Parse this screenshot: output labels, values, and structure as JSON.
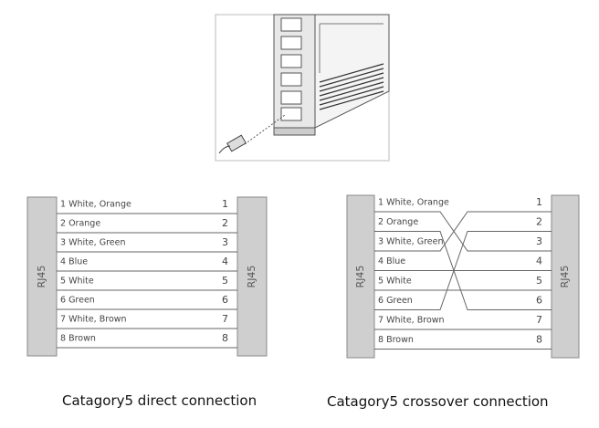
{
  "illustration": {
    "name": "switch-port-illustration"
  },
  "pin_numbers": [
    "1",
    "2",
    "3",
    "4",
    "5",
    "6",
    "7",
    "8"
  ],
  "connector_label": "RJ45",
  "direct": {
    "caption": "Catagory5 direct connection",
    "left_labels": [
      "1 White, Orange",
      "2 Orange",
      "3 White, Green",
      "4 Blue",
      "5 White",
      "6 Green",
      "7 White, Brown",
      "8 Brown"
    ],
    "mapping": [
      1,
      2,
      3,
      4,
      5,
      6,
      7,
      8
    ]
  },
  "crossover": {
    "caption": "Catagory5 crossover connection",
    "left_labels": [
      "1 White, Orange",
      "2 Orange",
      "3 White, Green",
      "4 Blue",
      "5 White",
      "6 Green",
      "7 White, Brown",
      "8 Brown"
    ],
    "mapping": [
      3,
      6,
      1,
      4,
      5,
      2,
      7,
      8
    ]
  },
  "colors": {
    "line": "#666666",
    "panel_fill": "#cfcfcf",
    "panel_stroke": "#888888"
  }
}
